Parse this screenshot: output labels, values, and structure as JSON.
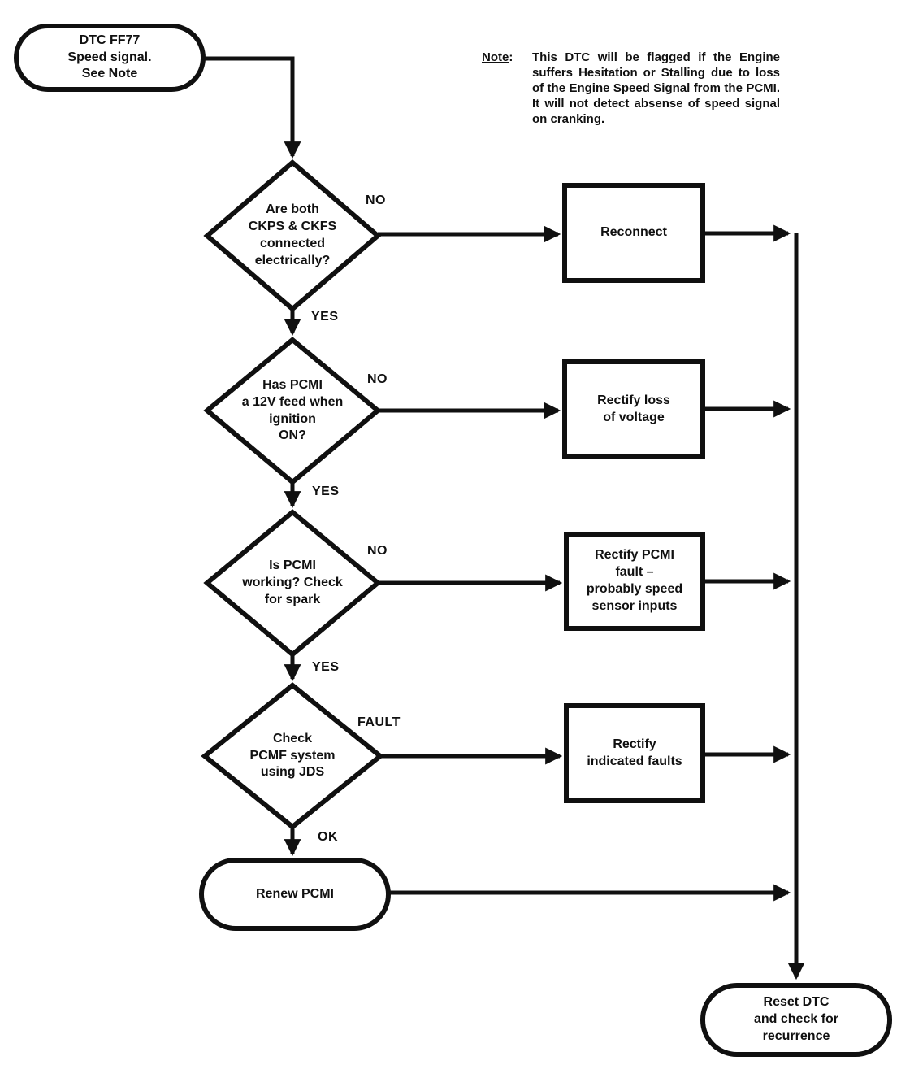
{
  "note": {
    "label": "Note",
    "colon": ":",
    "text": "This DTC will be flagged if the Engine suffers Hesitation or Stalling due to loss of the Engine Speed Signal from the PCMI. It will not detect absense of speed signal on cranking."
  },
  "nodes": {
    "start": "DTC FF77\nSpeed signal.\nSee Note",
    "decision1": "Are both\nCKPS & CKFS\nconnected\nelectrically?",
    "action1": "Reconnect",
    "decision2": "Has PCMI\na 12V feed when\nignition\nON?",
    "action2": "Rectify loss\nof voltage",
    "decision3": "Is PCMI\nworking? Check\nfor spark",
    "action3": "Rectify PCMI\nfault –\nprobably speed\nsensor inputs",
    "decision4": "Check\nPCMF system\nusing JDS",
    "action4": "Rectify\nindicated faults",
    "renew": "Renew PCMI",
    "reset": "Reset DTC\nand check for\nrecurrence"
  },
  "edge_labels": {
    "no1": "NO",
    "yes1": "YES",
    "no2": "NO",
    "yes2": "YES",
    "no3": "NO",
    "yes3": "YES",
    "fault": "FAULT",
    "ok": "OK"
  },
  "colors": {
    "ink": "#101010",
    "paper": "#ffffff"
  }
}
